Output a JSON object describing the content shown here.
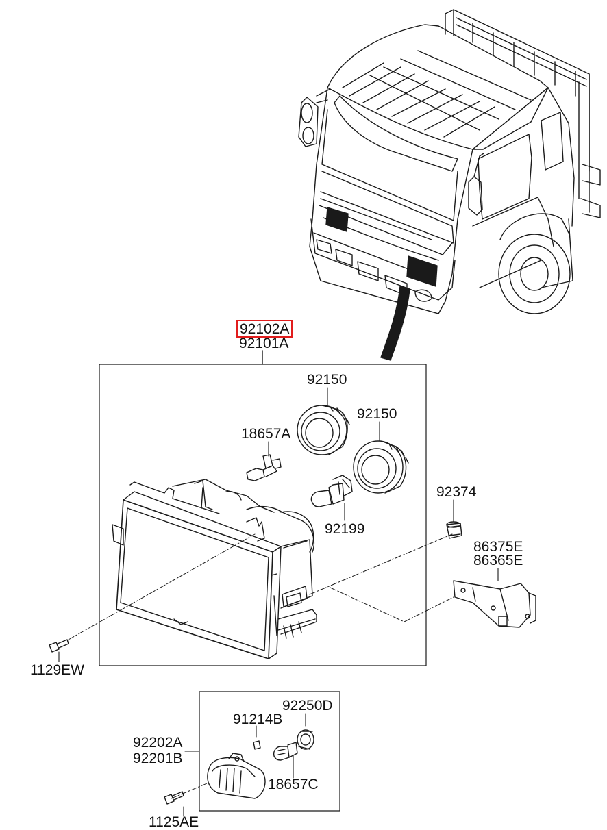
{
  "colors": {
    "line": "#1a1a1a",
    "highlight": "#e11d1d",
    "background": "#ffffff"
  },
  "icons": [
    "truck-cab-icon",
    "headlamp-assembly-icon",
    "bulb-icon",
    "bulb-cap-icon",
    "bolt-icon",
    "nut-icon",
    "bracket-icon",
    "fog-lamp-icon",
    "socket-icon"
  ],
  "labels": {
    "assembly_highlighted": "92102A",
    "assembly_other": "92101A",
    "cap_1": "92150",
    "cap_2": "92150",
    "bulb_small": "18657A",
    "bulb_main": "92199",
    "nut": "92374",
    "bracket_1": "86375E",
    "bracket_2": "86365E",
    "bolt_headlamp": "1129EW",
    "socket_fog": "91214B",
    "cap_fog": "92250D",
    "fog_lamp_1": "92202A",
    "fog_lamp_2": "92201B",
    "bulb_fog": "18657C",
    "bolt_fog": "1125AE"
  }
}
